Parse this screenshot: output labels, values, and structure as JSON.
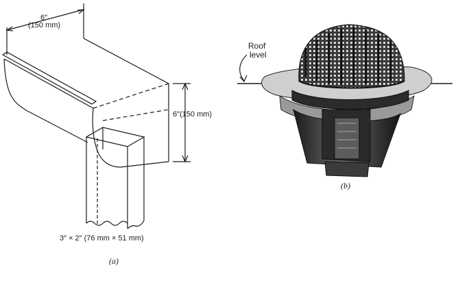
{
  "figure_a": {
    "width_label_in": "6″",
    "width_label_mm": "(150 mm)",
    "height_label": "6″(150 mm)",
    "downspout_label": "3″ × 2″  (76 mm × 51 mm)",
    "caption": "(a)"
  },
  "figure_b": {
    "roof_label_line1": "Roof",
    "roof_label_line2": "level",
    "caption": "(b)"
  }
}
